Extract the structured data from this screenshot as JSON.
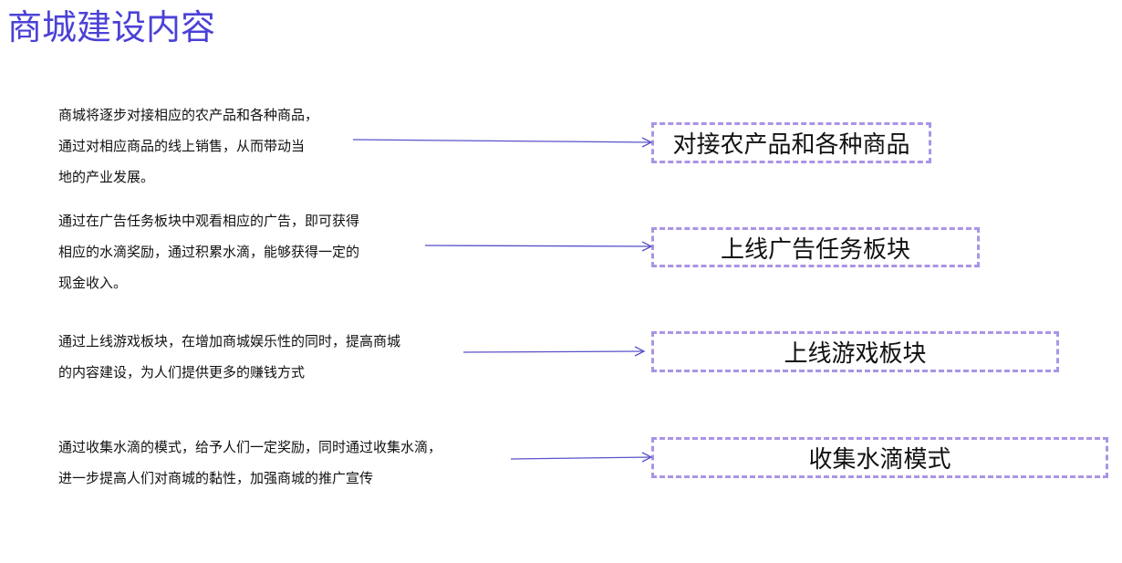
{
  "title": "商城建设内容",
  "items": [
    {
      "lines": [
        "商城将逐步对接相应的农产品和各种商品，",
        "通过对相应商品的线上销售，从而带动当",
        "地的产业发展。"
      ],
      "tag": "对接农产品和各种商品"
    },
    {
      "lines": [
        "通过在广告任务板块中观看相应的广告，即可获得",
        "相应的水滴奖励，通过积累水滴，能够获得一定的",
        "现金收入。"
      ],
      "tag": "上线广告任务板块"
    },
    {
      "lines": [
        "通过上线游戏板块，在增加商城娱乐性的同时，提高商城",
        "的内容建设，为人们提供更多的赚钱方式"
      ],
      "tag": "上线游戏板块"
    },
    {
      "lines": [
        "通过收集水滴的模式，给予人们一定奖励，同时通过收集水滴，",
        "进一步提高人们对商城的黏性，加强商城的推广宣传"
      ],
      "tag": "收集水滴模式"
    }
  ],
  "colors": {
    "title": "#4b41d6",
    "arrow": "#5a52c9",
    "box_border": "#a995e6",
    "text": "#111111"
  }
}
